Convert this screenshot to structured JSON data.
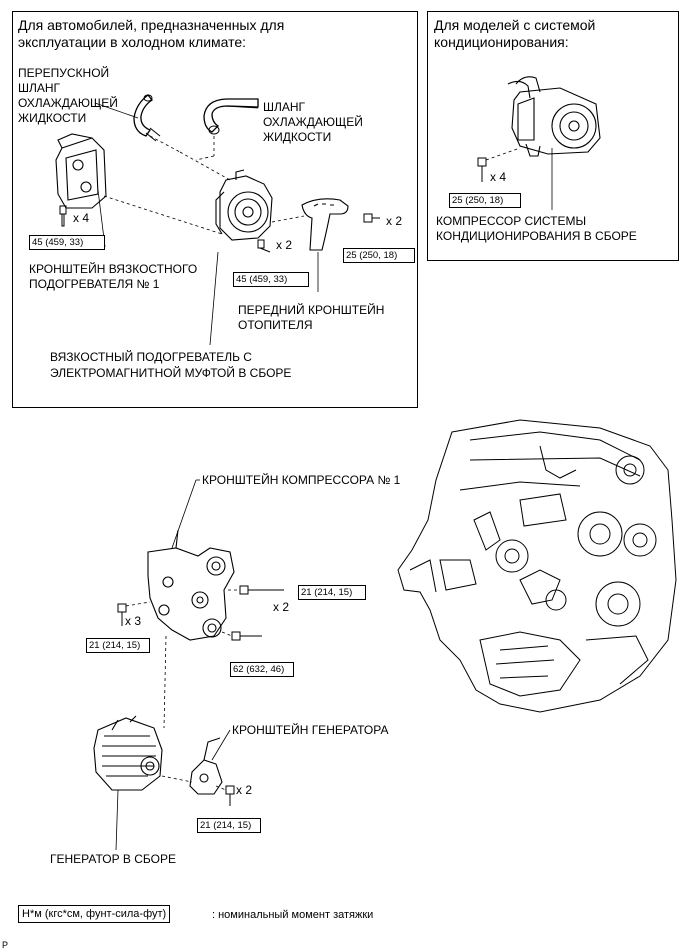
{
  "cold_climate": {
    "title_line1": "Для автомобилей, предназначенных для",
    "title_line2": "эксплуатации в холодном климате:",
    "bypass_hose": [
      "ПЕРЕПУСКНОЙ",
      "ШЛАНГ",
      "ОХЛАЖДАЮЩЕЙ",
      "ЖИДКОСТИ"
    ],
    "coolant_hose": [
      "ШЛАНГ",
      "ОХЛАЖДАЮЩЕЙ",
      "ЖИДКОСТИ"
    ],
    "viscous_bracket": [
      "КРОНШТЕЙН ВЯЗКОСТНОГО",
      "ПОДОГРЕВАТЕЛЯ № 1"
    ],
    "heater_bracket": [
      "ПЕРЕДНИЙ КРОНШТЕЙН",
      "ОТОПИТЕЛЯ"
    ],
    "viscous_heater": [
      "ВЯЗКОСТНЫЙ ПОДОГРЕВАТЕЛЬ С",
      "ЭЛЕКТРОМАГНИТНОЙ МУФТОЙ В СБОРЕ"
    ],
    "qty_bracket": "x 4",
    "torque_bracket": "45 (459, 33)",
    "qty_heater": "x 2",
    "torque_heater": "45 (459, 33)",
    "qty_front": "x 2",
    "torque_front": "25 (250, 18)"
  },
  "ac_models": {
    "title_line1": "Для моделей с системой",
    "title_line2": "кондиционирования:",
    "qty": "x 4",
    "torque": "25 (250, 18)",
    "compressor": [
      "КОМПРЕССОР СИСТЕМЫ",
      "КОНДИЦИОНИРОВАНИЯ В СБОРЕ"
    ]
  },
  "main": {
    "compressor_bracket": "КРОНШТЕЙН КОМПРЕССОРА № 1",
    "qty_right": "x 2",
    "torque_right": "21 (214, 15)",
    "qty_left": "x 3",
    "torque_left": "21 (214, 15)",
    "torque_lower": "62 (632, 46)",
    "generator_bracket": "КРОНШТЕЙН ГЕНЕРАТОРА",
    "qty_generator": "x 2",
    "torque_generator": "21 (214, 15)",
    "generator": "ГЕНЕРАТОР В СБОРЕ"
  },
  "legend": {
    "box": "Н*м (кгс*см, фунт-сила-фут)",
    "text": ": номинальный момент затяжки"
  },
  "corner_mark": "P"
}
